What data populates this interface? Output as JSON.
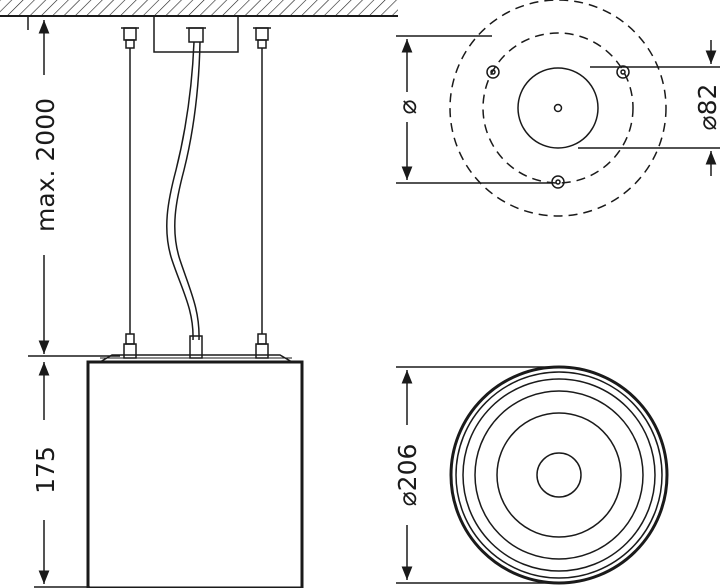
{
  "dimensions": {
    "max_height": "max. 2000",
    "body_height": "175",
    "canopy_diameter": "⌀",
    "mount_diameter": "⌀82",
    "body_diameter": "⌀206"
  },
  "colors": {
    "line": "#1a1a1a",
    "background": "#ffffff"
  }
}
